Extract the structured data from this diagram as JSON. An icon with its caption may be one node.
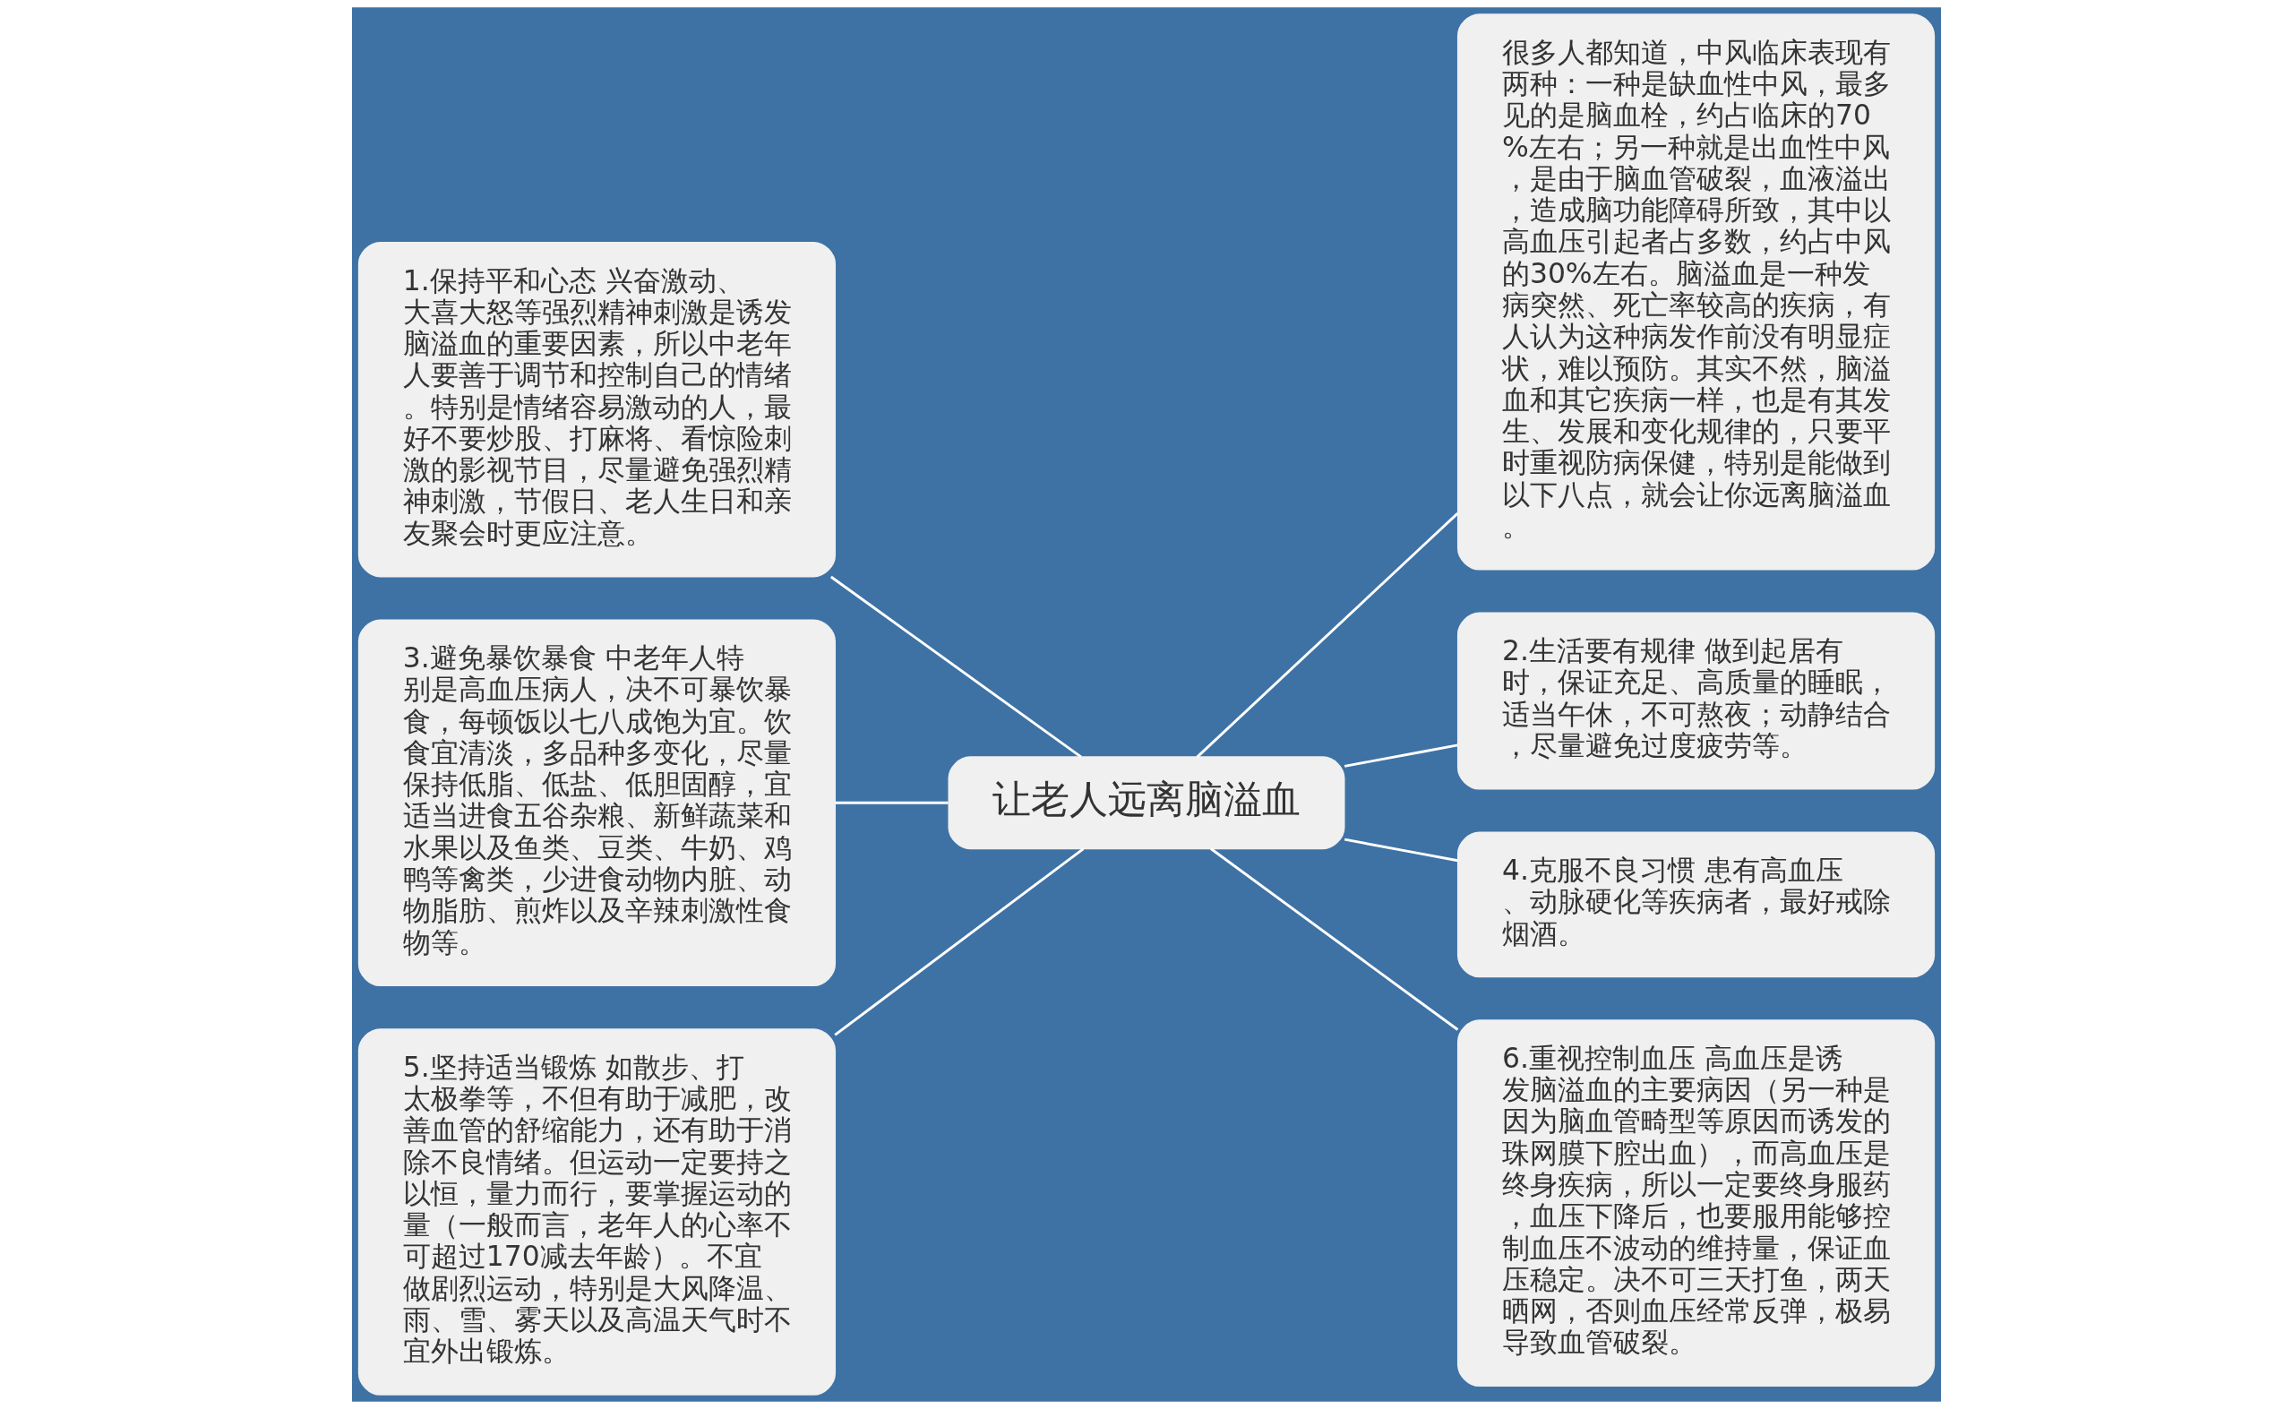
{
  "diagram": {
    "nodes": [
      {
        "text": [
          "让老人远离脑溢血"
        ]
      },
      {
        "text": [
          "1.保持平和心态 兴奋激动、大喜大怒等强烈精神刺激是诱发脑溢血的重要因素，所以中老年人要善于调节和控制自己的情绪。特别是情绪容易激动的人，最好不要炒股、打麻将、看惊险刺激的影视节目，尽量避免强烈精神刺激，节假日、老人生日和亲友聚会时更应注意。"
        ]
      },
      {
        "text": [
          "3.避免暴饮暴食 中老年人特别是高血压病人，决不可暴饮暴食，每顿饭以七八成饱为宜。饮食宜清淡，多品种多变化，尽量保持低脂、低盐、低胆固醇，宜适当进食五谷杂粮、新鲜蔬菜和水果以及鱼类、豆类、牛奶、鸡鸭等禽类，少进食动物内脏、动物脂肪、煎炸以及辛辣刺激性食物等。"
        ]
      },
      {
        "text": [
          "5.坚持适当锻炼 如散步、打太极拳等，不但有助于减肥，改善血管的舒缩能力，还有助于消除不良情绪。但运动一定要持之以恒，量力而行，要掌握运动的量（一般而言，老年人的心率不可超过170减去年龄）。不宜做剧烈运动，特别是大风降温、雨、雪、雾天以及高温天气时不宜外出锻炼。"
        ]
      },
      {
        "text": [
          "很多人都知道，中风临床表现有两种：一种是缺血性中风，最多见的是脑血栓，约占临床的70%左右；另一种就是出血性中风，是由于脑血管破裂，血液溢出，造成脑功能障碍所致，其中以高血压引起者占多数，约占中风的30%左右。脑溢血是一种发病突然、死亡率较高的疾病，有人认为这种病发作前没有明显症状，难以预防。其实不然，脑溢血和其它疾病一样，也是有其发生、发展和变化规律的，只要平时重视防病保健，特别是能做到以下八点，就会让你远离脑溢血。"
        ]
      },
      {
        "text": [
          "2.生活要有规律 做到起居有时，保证充足、高质量的睡眠，适当午休，不可熬夜；动静结合，尽量避免过度疲劳等。"
        ]
      },
      {
        "text": [
          "4.克服不良习惯 患有高血压、动脉硬化等疾病者，最好戒除烟酒。"
        ]
      },
      {
        "text": [
          "6.重视控制血压 高血压是诱发脑溢血的主要病因（另一种是因为脑血管畸型等原因而诱发的珠网膜下腔出血），而高血压是终身疾病，所以一定要终身服药，血压下降后，也要服用能够控制血压不波动的维持量，保证血压稳定。决不可三天打鱼，两天晒网，否则血压经常反弹，极易导致血管破裂。"
        ]
      }
    ],
    "edges": [
      {
        "from": 0,
        "to": 1,
        "arrow": "none"
      },
      {
        "from": 0,
        "to": 2,
        "arrow": "none"
      },
      {
        "from": 0,
        "to": 3,
        "arrow": "none"
      },
      {
        "from": 0,
        "to": 4,
        "arrow": "none"
      },
      {
        "from": 0,
        "to": 5,
        "arrow": "none"
      },
      {
        "from": 0,
        "to": 6,
        "arrow": "none"
      },
      {
        "from": 0,
        "to": 7,
        "arrow": "none"
      }
    ]
  }
}
